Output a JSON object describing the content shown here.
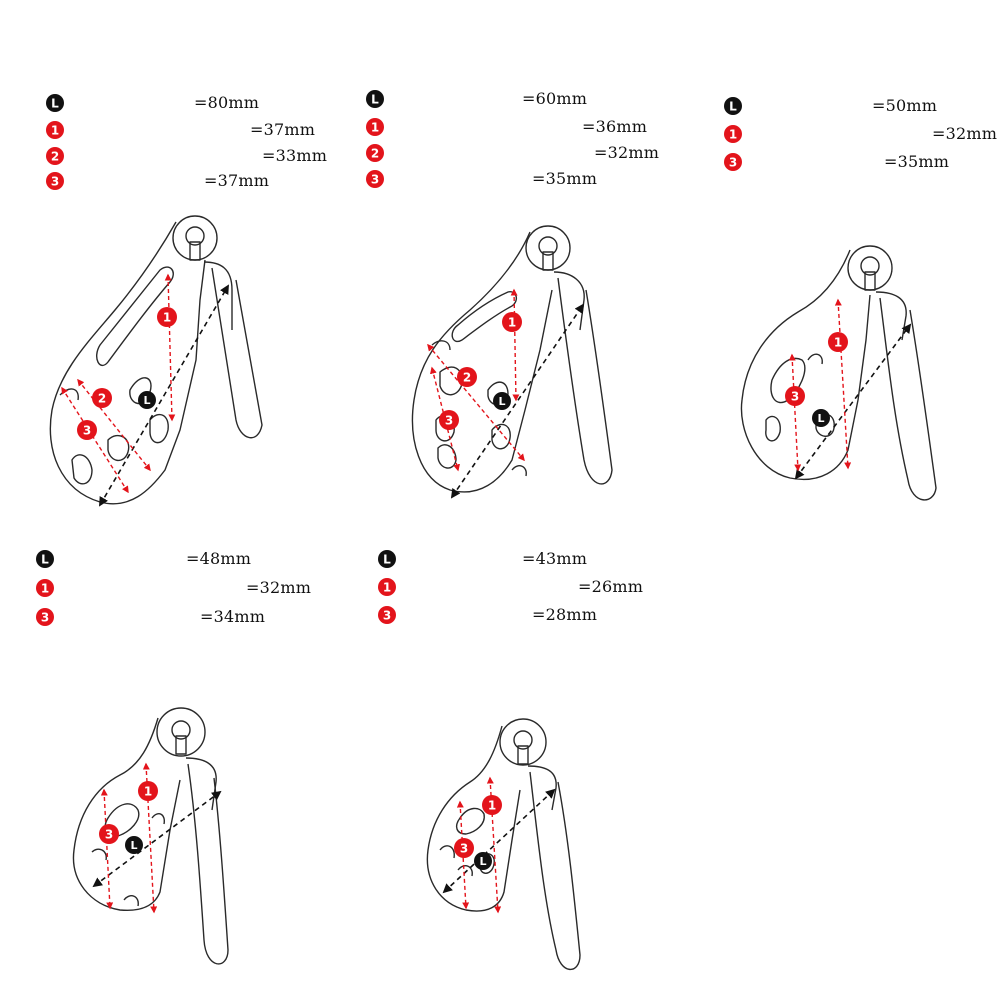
{
  "colors": {
    "red": "#e3141b",
    "black": "#111111",
    "outline": "#2a2a2a",
    "dim_black": "#111111",
    "dim_red": "#e3141b"
  },
  "icons": {
    "length_badge": "black-circle-L-icon",
    "diameter_badge": "red-circle-number-icon",
    "cage_drawing": "cage-outline-icon"
  },
  "panels": [
    {
      "id": "cage-large",
      "specs": [
        {
          "badge": "L",
          "color": "black",
          "value": "=80mm"
        },
        {
          "badge": "1",
          "color": "red",
          "value": "=37mm"
        },
        {
          "badge": "2",
          "color": "red",
          "value": "=33mm"
        },
        {
          "badge": "3",
          "color": "red",
          "value": "=37mm"
        }
      ],
      "markers": [
        "1",
        "2",
        "3",
        "L"
      ]
    },
    {
      "id": "cage-medium-long",
      "specs": [
        {
          "badge": "L",
          "color": "black",
          "value": "=60mm"
        },
        {
          "badge": "1",
          "color": "red",
          "value": "=36mm"
        },
        {
          "badge": "2",
          "color": "red",
          "value": "=32mm"
        },
        {
          "badge": "3",
          "color": "red",
          "value": "=35mm"
        }
      ],
      "markers": [
        "1",
        "2",
        "3",
        "L"
      ]
    },
    {
      "id": "cage-medium",
      "specs": [
        {
          "badge": "L",
          "color": "black",
          "value": "=50mm"
        },
        {
          "badge": "1",
          "color": "red",
          "value": "=32mm"
        },
        {
          "badge": "3",
          "color": "red",
          "value": "=35mm"
        }
      ],
      "markers": [
        "1",
        "3",
        "L"
      ]
    },
    {
      "id": "cage-small",
      "specs": [
        {
          "badge": "L",
          "color": "black",
          "value": "=48mm"
        },
        {
          "badge": "1",
          "color": "red",
          "value": "=32mm"
        },
        {
          "badge": "3",
          "color": "red",
          "value": "=34mm"
        }
      ],
      "markers": [
        "1",
        "3",
        "L"
      ]
    },
    {
      "id": "cage-mini",
      "specs": [
        {
          "badge": "L",
          "color": "black",
          "value": "=43mm"
        },
        {
          "badge": "1",
          "color": "red",
          "value": "=26mm"
        },
        {
          "badge": "3",
          "color": "red",
          "value": "=28mm"
        }
      ],
      "markers": [
        "1",
        "3",
        "L"
      ]
    }
  ]
}
